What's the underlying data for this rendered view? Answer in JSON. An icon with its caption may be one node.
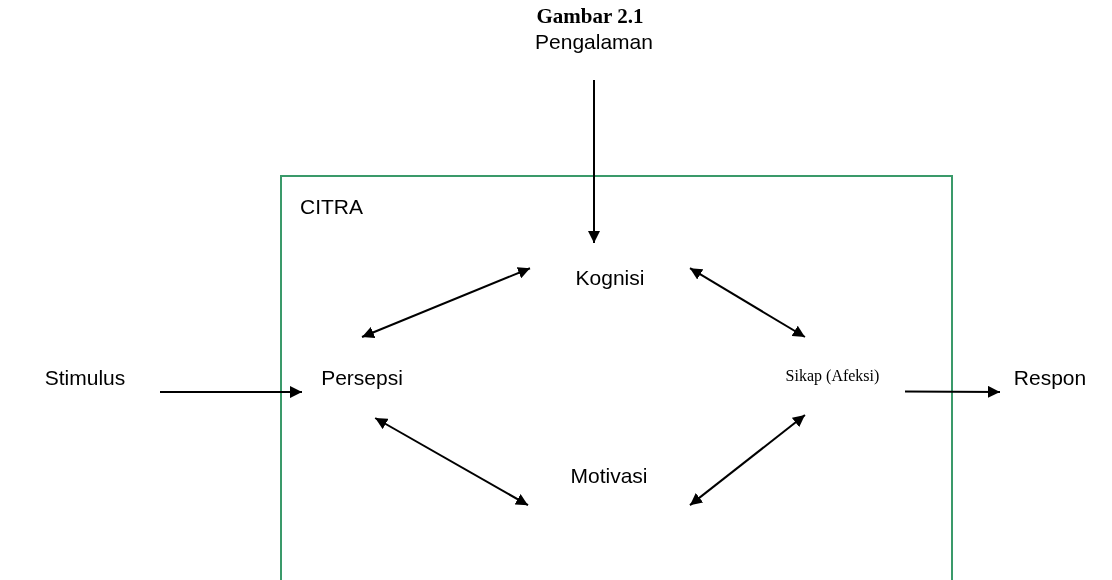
{
  "diagram": {
    "title": "Gambar 2.1",
    "nodes": [
      {
        "text": [
          "Pengalaman"
        ]
      },
      {
        "text": [
          "CITRA"
        ]
      },
      {
        "text": [
          "Kognisi"
        ],
        "in": 1
      },
      {
        "text": [
          "Stimulus"
        ]
      },
      {
        "text": [
          "Persepsi"
        ],
        "in": 1
      },
      {
        "text": [
          "Sikap (Afeksi)"
        ],
        "in": 1
      },
      {
        "text": [
          "Respon"
        ]
      },
      {
        "text": [
          "Motivasi"
        ],
        "in": 1
      }
    ],
    "edges": [
      {
        "from": 0,
        "to": 2,
        "arrow": "to"
      },
      {
        "from": 3,
        "to": 4,
        "arrow": "to"
      },
      {
        "from": 4,
        "to": 2,
        "arrow": "both"
      },
      {
        "from": 2,
        "to": 5,
        "arrow": "both"
      },
      {
        "from": 4,
        "to": 7,
        "arrow": "both"
      },
      {
        "from": 7,
        "to": 5,
        "arrow": "both"
      },
      {
        "from": 5,
        "to": 6,
        "arrow": "to"
      }
    ]
  }
}
